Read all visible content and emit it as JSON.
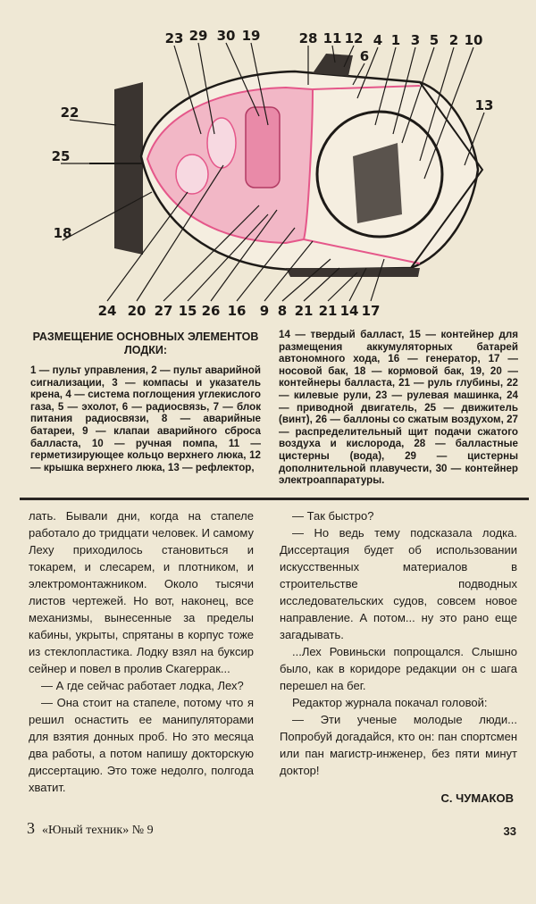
{
  "diagram": {
    "labels": [
      "23",
      "29",
      "30",
      "19",
      "28",
      "11",
      "12",
      "4",
      "1",
      "3",
      "5",
      "2",
      "10",
      "6",
      "13",
      "22",
      "25",
      "18",
      "24",
      "20",
      "27",
      "15",
      "26",
      "16",
      "9",
      "8",
      "21",
      "21",
      "14",
      "17"
    ]
  },
  "caption": {
    "title": "РАЗМЕЩЕНИЕ ОСНОВНЫХ ЭЛЕМЕНТОВ ЛОДКИ:",
    "left": "1 — пульт управления, 2 — пульт аварийной сигнализации, 3 — компасы и указатель крена, 4 — система поглощения углекислого газа, 5 — эхолот, 6 — радиосвязь, 7 — блок питания радиосвязи, 8 — аварийные батареи, 9 — клапаи аварийного сброса балласта, 10 — ручная помпа, 11 — герметизирующее кольцо верхнего люка, 12 — крышка верхнего люка, 13 — рефлектор,",
    "right": "14 — твердый балласт, 15 — контейнер для размещения аккумуляторных батарей автономного хода, 16 — генератор, 17 — носовой бак, 18 — кормовой бак, 19, 20 — контейнеры балласта, 21 — руль глубины, 22 — килевые рули, 23 — рулевая машинка, 24 — приводной двигатель, 25 — движитель (винт), 26 — баллоны со сжатым воздухом, 27 — распределительный щит подачи сжатого воздуха и кислорода, 28 — балластные цистерны (вода), 29 — цистерны дополнительной плавучести, 30 — контейнер электроаппаратуры."
  },
  "article": {
    "left": [
      "лать. Бывали дни, когда на стапеле работало до тридцати человек. И самому Леху приходилось становиться и токарем, и слесарем, и плотником, и электромонтажником. Около тысячи листов чертежей. Но вот, наконец, все механизмы, вынесенные за пределы кабины, укрыты, спрятаны в корпус тоже из стеклопластика. Лодку взял на буксир сейнер и повел в пролив Скагеррак...",
      "— А где сейчас работает лодка, Лех?",
      "— Она стоит на стапеле, потому что я решил оснастить ее манипуляторами для взятия донных проб. Но это месяца два работы, а потом напишу докторскую диссертацию. Это тоже недолго, полгода хватит."
    ],
    "right": [
      "— Так быстро?",
      "— Но ведь тему подсказала лодка. Диссертация будет об использовании искусственных материалов в строительстве подводных исследовательских судов, совсем новое направление. А потом... ну это рано еще загадывать.",
      "...Лех Ровиньски попрощался. Слышно было, как в коридоре редакции он с шага перешел на бег.",
      "Редактор журнала покачал головой:",
      "— Эти ученые молодые люди... Попробуй догадайся, кто он: пан спортсмен или пан магистр-инженер, без пяти минут доктор!"
    ],
    "author": "С. ЧУМАКОВ"
  },
  "footer": {
    "signature_number": "3",
    "magazine": "«Юный техник» № 9",
    "page_number": "33"
  },
  "colors": {
    "paper": "#efe8d5",
    "diagram_pink": "#e5578a",
    "hull": "#f3ecdc"
  }
}
